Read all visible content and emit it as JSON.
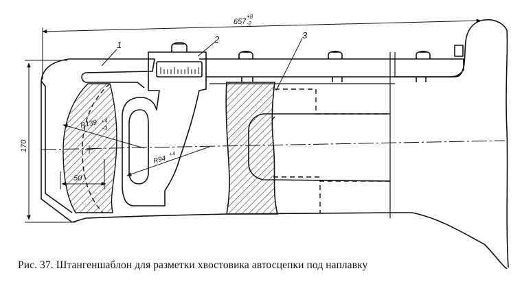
{
  "figure": {
    "caption": "Рис. 37. Штангеншаблон для разметки хвостовика автосцепки под наплавку",
    "callouts": [
      "1",
      "2",
      "3"
    ],
    "dimensions": {
      "overall_length": "657",
      "overall_tol_upper": "+8",
      "overall_tol_lower": "-2",
      "height": "170",
      "radius_large": "R139",
      "radius_large_tol_upper": "+4",
      "radius_large_tol_lower": "-3",
      "radius_small": "R94",
      "radius_small_tol": "+4",
      "offset": "50"
    }
  }
}
